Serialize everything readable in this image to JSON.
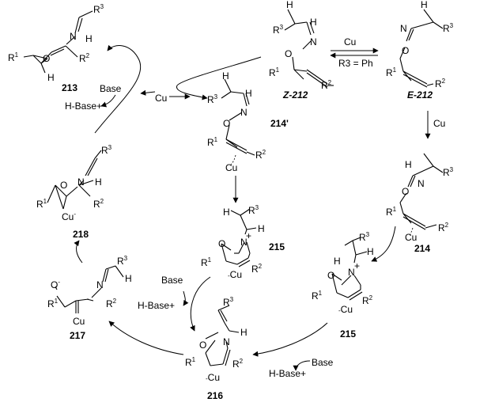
{
  "reagents": {
    "cu": "Cu",
    "r3_eq_ph": "R3 = Ph",
    "base": "Base",
    "h_base_plus": "H-Base+"
  },
  "compounds": {
    "c213": "213",
    "cZ212": "Z-212",
    "cE212": "E-212",
    "c214p": "214'",
    "c214": "214",
    "c215a": "215",
    "c215b": "215",
    "c216": "216",
    "c217": "217",
    "c218": "218"
  }
}
